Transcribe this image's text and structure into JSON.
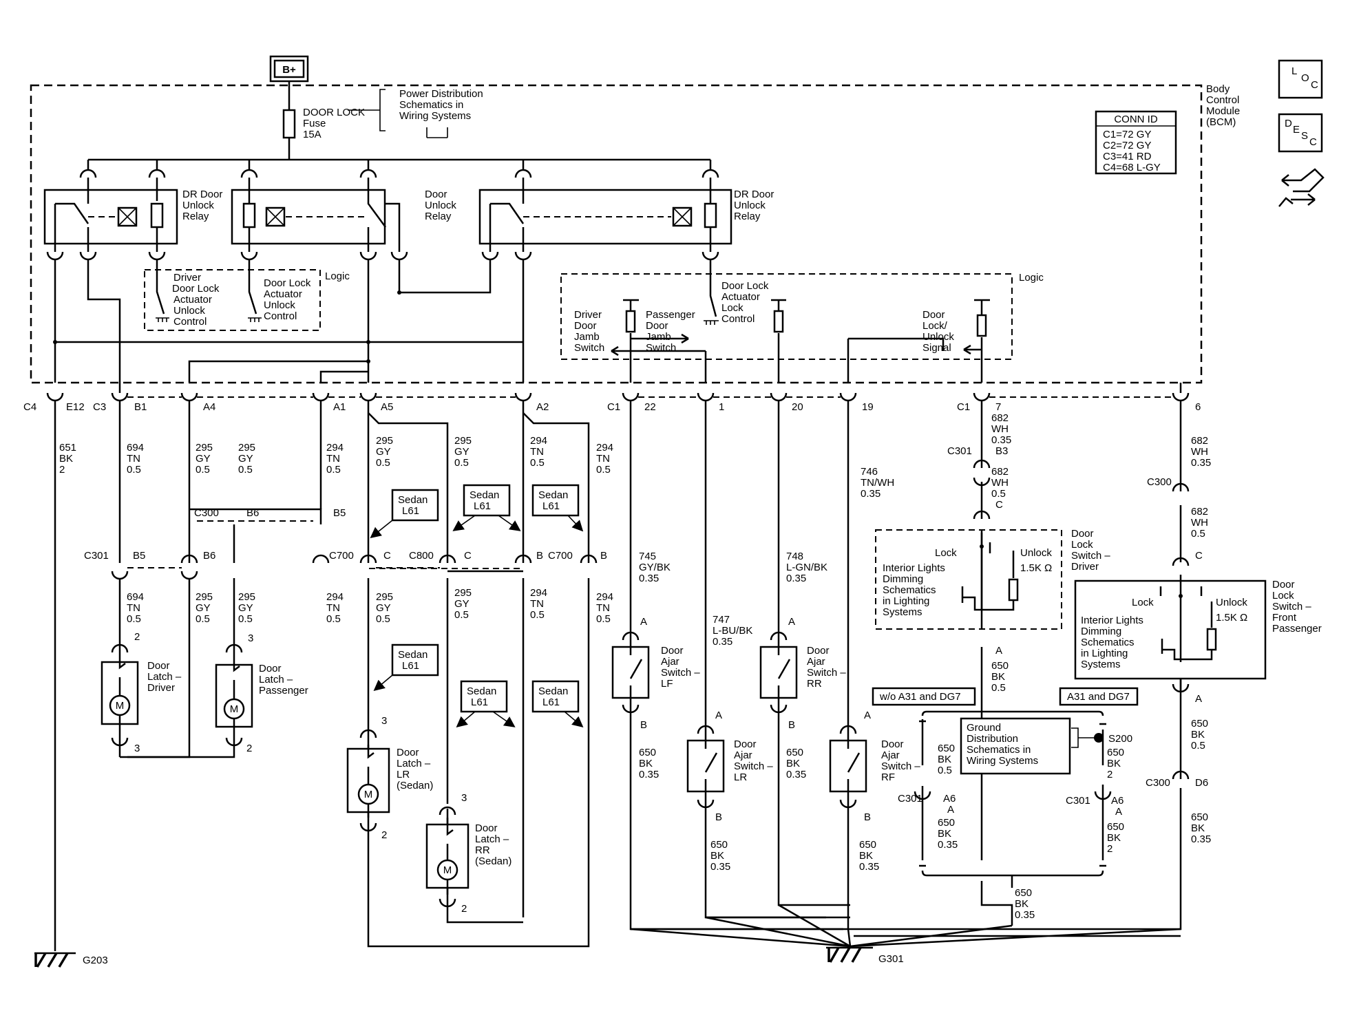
{
  "power": {
    "source": "B+",
    "fuse_name": "DOOR LOCK",
    "fuse_word": "Fuse",
    "fuse_rating": "15A",
    "note": [
      "Power Distribution",
      "Schematics in",
      "Wiring Systems"
    ]
  },
  "bcm": {
    "label": [
      "Body",
      "Control",
      "Module",
      "(BCM)"
    ],
    "conn_title": "CONN ID",
    "conn": [
      "C1=72 GY",
      "C2=72 GY",
      "C3=41 RD",
      "C4=68 L-GY"
    ]
  },
  "badges": {
    "loc": [
      "L",
      "O",
      "C"
    ],
    "desc": [
      "D",
      "E",
      "S",
      "C"
    ]
  },
  "relays": {
    "r1": [
      "DR Door",
      "Unlock",
      "Relay"
    ],
    "r2": [
      "Door",
      "Unlock",
      "Relay"
    ],
    "r3": [
      "DR Door",
      "Unlock",
      "Relay"
    ]
  },
  "logic_left": {
    "title": "Logic",
    "a": [
      "Driver",
      "Door Lock",
      "Actuator",
      "Unlock",
      "Control"
    ],
    "b": [
      "Door Lock",
      "Actuator",
      "Unlock",
      "Control"
    ]
  },
  "logic_right": {
    "title": "Logic",
    "lock": [
      "Door Lock",
      "Actuator",
      "Lock",
      "Control"
    ],
    "drv": [
      "Driver",
      "Door",
      "Jamb",
      "Switch"
    ],
    "pass": [
      "Passenger",
      "Door",
      "Jamb",
      "Switch"
    ],
    "sig": [
      "Door",
      "Lock/",
      "Unlock",
      "Signal"
    ]
  },
  "pins_top": [
    "C4",
    "E12",
    "C3",
    "B1",
    "A4",
    "A1",
    "A5",
    "A2",
    "C1",
    "22",
    "1",
    "20",
    "19",
    "C1",
    "7",
    "6"
  ],
  "wires": {
    "w651": [
      "651",
      "BK",
      "2"
    ],
    "w694a": [
      "694",
      "TN",
      "0.5"
    ],
    "w295a": [
      "295",
      "GY",
      "0.5"
    ],
    "w295b": [
      "295",
      "GY",
      "0.5"
    ],
    "w294a": [
      "294",
      "TN",
      "0.5"
    ],
    "w295c": [
      "295",
      "GY",
      "0.5"
    ],
    "w295d": [
      "295",
      "GY",
      "0.5"
    ],
    "w294b": [
      "294",
      "TN",
      "0.5"
    ],
    "w294c": [
      "294",
      "TN",
      "0.5"
    ],
    "w746": [
      "746",
      "TN/WH",
      "0.35"
    ],
    "w682a": [
      "682",
      "WH",
      "0.35"
    ],
    "w682b": [
      "682",
      "WH",
      "0.5"
    ],
    "w682c": [
      "682",
      "WH",
      "0.35"
    ],
    "w682d": [
      "682",
      "WH",
      "0.5"
    ],
    "w694b": [
      "694",
      "TN",
      "0.5"
    ],
    "w295e": [
      "295",
      "GY",
      "0.5"
    ],
    "w295f": [
      "295",
      "GY",
      "0.5"
    ],
    "w294d": [
      "294",
      "TN",
      "0.5"
    ],
    "w295g": [
      "295",
      "GY",
      "0.5"
    ],
    "w295h": [
      "295",
      "GY",
      "0.5"
    ],
    "w294e": [
      "294",
      "TN",
      "0.5"
    ],
    "w294f": [
      "294",
      "TN",
      "0.5"
    ],
    "w745": [
      "745",
      "GY/BK",
      "0.35"
    ],
    "w748": [
      "748",
      "L-GN/BK",
      "0.35"
    ],
    "w747": [
      "747",
      "L-BU/BK",
      "0.35"
    ],
    "w650a": [
      "650",
      "BK",
      "0.35"
    ],
    "w650b": [
      "650",
      "BK",
      "0.35"
    ],
    "w650c": [
      "650",
      "BK",
      "0.35"
    ],
    "w650d": [
      "650",
      "BK",
      "0.35"
    ],
    "w650e": [
      "650",
      "BK",
      "0.35"
    ],
    "w650f": [
      "650",
      "BK",
      "0.5"
    ],
    "w650g": [
      "650",
      "BK",
      "0.5"
    ],
    "w650h": [
      "650",
      "BK",
      "2"
    ],
    "w650i": [
      "650",
      "BK",
      "0.35"
    ],
    "w650j": [
      "650",
      "BK",
      "2"
    ],
    "w650k": [
      "650",
      "BK",
      "0.5"
    ],
    "w650l": [
      "650",
      "BK",
      "0.35"
    ],
    "w650m": [
      "650",
      "BK",
      "0.35"
    ]
  },
  "connectors": [
    "C300",
    "B6",
    "B5",
    "C301",
    "B5",
    "B6",
    "C700",
    "C",
    "C800",
    "C",
    "B",
    "C700",
    "B",
    "C301",
    "B3",
    "C",
    "C300",
    "C",
    "A",
    "A",
    "A",
    "A",
    "B",
    "B",
    "B",
    "B",
    "A",
    "C301",
    "A6",
    "A",
    "C301",
    "A6",
    "A",
    "C300",
    "D6",
    "A",
    "2",
    "3",
    "3",
    "2",
    "3",
    "2",
    "3",
    "2"
  ],
  "sedan": {
    "word": "Sedan",
    "code": "L61"
  },
  "components": {
    "latch_drv": [
      "Door",
      "Latch –",
      "Driver"
    ],
    "latch_pass": [
      "Door",
      "Latch –",
      "Passenger"
    ],
    "latch_lr": [
      "Door",
      "Latch –",
      "LR",
      "(Sedan)"
    ],
    "latch_rr": [
      "Door",
      "Latch –",
      "RR",
      "(Sedan)"
    ],
    "ajar_lf": [
      "Door",
      "Ajar",
      "Switch –",
      "LF"
    ],
    "ajar_rr": [
      "Door",
      "Ajar",
      "Switch –",
      "RR"
    ],
    "ajar_lr": [
      "Door",
      "Ajar",
      "Switch –",
      "LR"
    ],
    "ajar_rf": [
      "Door",
      "Ajar",
      "Switch –",
      "RF"
    ],
    "sw_drv": [
      "Door",
      "Lock",
      "Switch –",
      "Driver"
    ],
    "sw_pass": [
      "Door",
      "Lock",
      "Switch –",
      "Front",
      "Passenger"
    ],
    "lock": "Lock",
    "unlock": "Unlock",
    "res": "1.5K Ω",
    "dim": [
      "Interior Lights",
      "Dimming",
      "Schematics",
      "in Lighting",
      "Systems"
    ],
    "motor": "M"
  },
  "options": {
    "wo": "w/o A31 and DG7",
    "w": "A31 and DG7"
  },
  "ground_note": [
    "Ground",
    "Distribution",
    "Schematics in",
    "Wiring Systems"
  ],
  "splice": "S200",
  "grounds": {
    "g203": "G203",
    "g301": "G301"
  }
}
